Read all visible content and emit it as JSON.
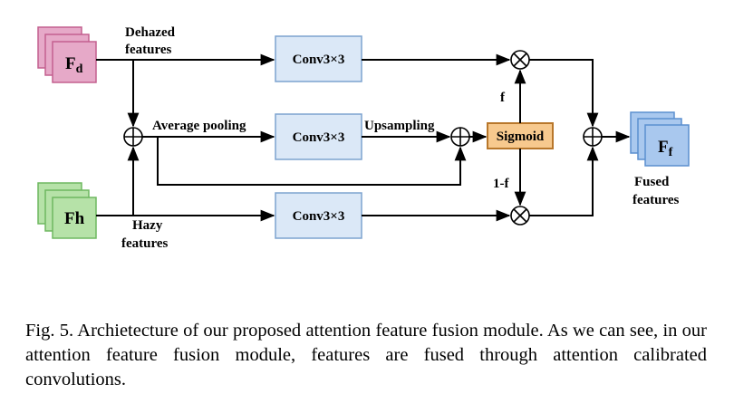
{
  "diagram": {
    "inputs": {
      "dehazed": {
        "symbol": "F",
        "sub": "d",
        "label_line1": "Dehazed",
        "label_line2": "features"
      },
      "hazy": {
        "symbol": "Fh",
        "label_line1": "Hazy",
        "label_line2": "features"
      }
    },
    "output": {
      "symbol": "F",
      "sub": "f",
      "label_line1": "Fused",
      "label_line2": "features"
    },
    "conv_top": "Conv3×3",
    "conv_mid": "Conv3×3",
    "conv_bot": "Conv3×3",
    "sigmoid": "Sigmoid",
    "avg_pool_label": "Average pooling",
    "upsampling_label": "Upsampling",
    "f_label": "f",
    "one_minus_f_label": "1-f",
    "colors": {
      "dehazed_fill": "#e6a9c8",
      "dehazed_stroke": "#c4608f",
      "hazy_fill": "#b6e2a8",
      "hazy_stroke": "#6fb860",
      "fused_fill": "#a9c8ee",
      "fused_stroke": "#5b8fcf",
      "conv_fill": "#dbe8f7",
      "conv_stroke": "#7da3cf",
      "sigmoid_fill": "#f7c98e",
      "sigmoid_stroke": "#b8772b"
    }
  },
  "caption": {
    "text": "Fig. 5.  Archietecture of our proposed attention feature fusion module. As we can see, in our attention feature fusion module, features are fused through attention calibrated convolutions."
  }
}
